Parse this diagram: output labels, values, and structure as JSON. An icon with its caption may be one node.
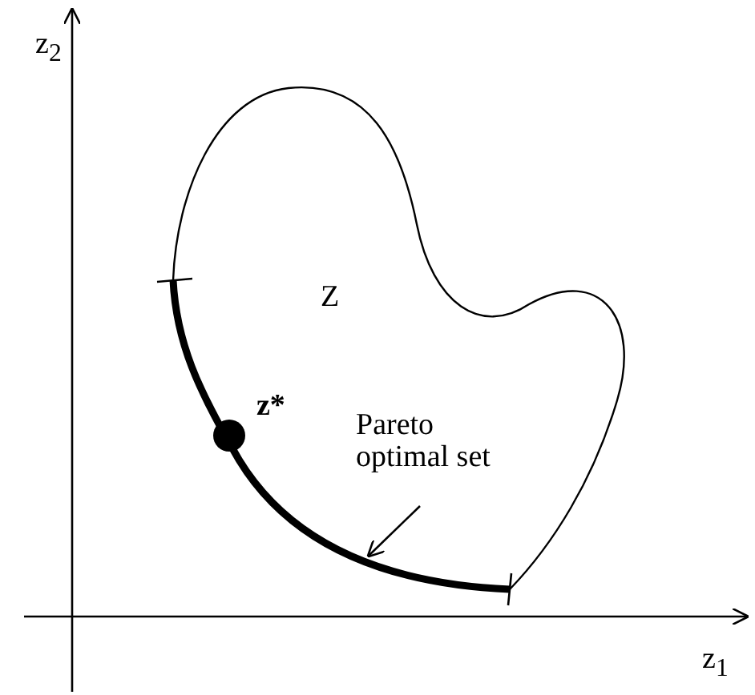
{
  "diagram": {
    "nodes": [
      {
        "text": [
          "Z"
        ]
      },
      {
        "text": [],
        "shape": "circle",
        "beside": [
          "z*"
        ],
        "in": 0
      },
      {
        "text": [
          "Pareto optimal set"
        ],
        "in": 0
      }
    ],
    "edges": [
      {
        "from": 2,
        "to": 0,
        "arrow": "to"
      }
    ],
    "labels": [
      "z$_{2}$",
      "z$_{1}$"
    ]
  }
}
